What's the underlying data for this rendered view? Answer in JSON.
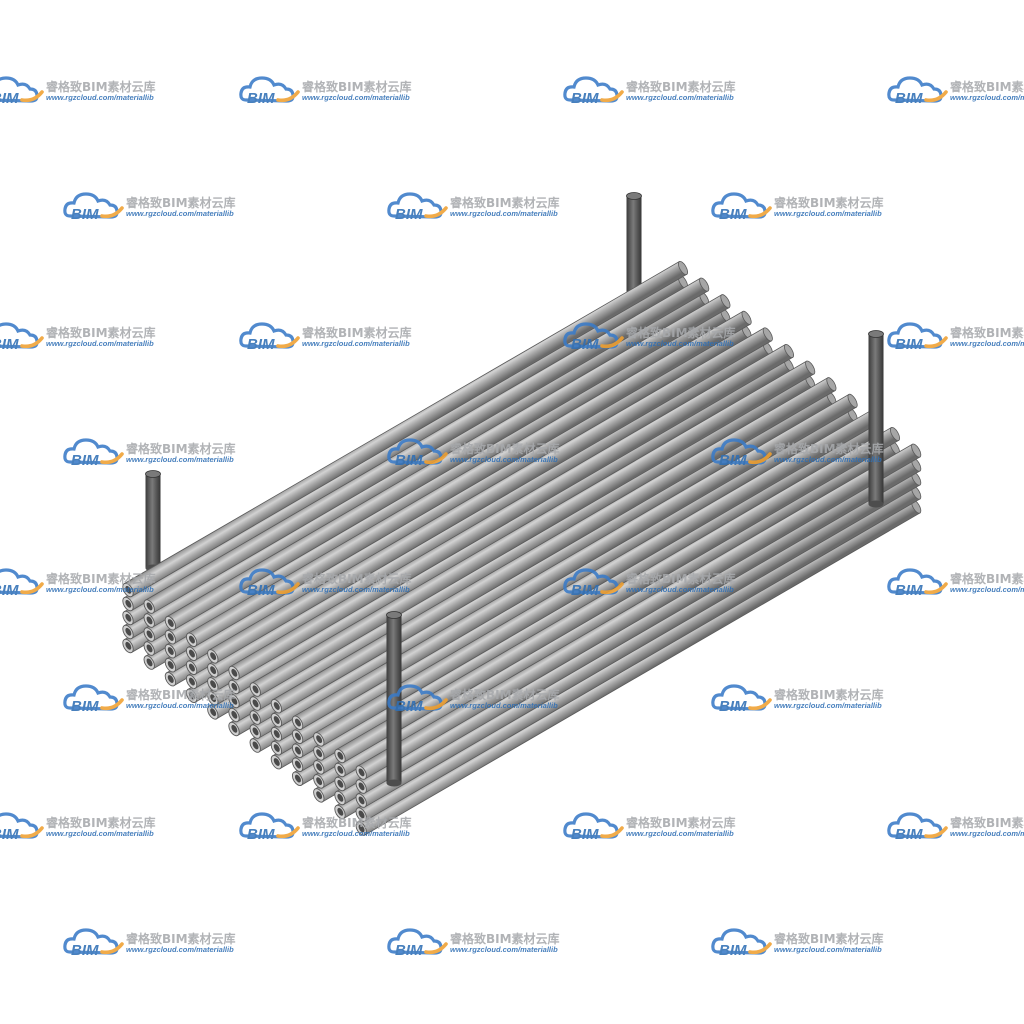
{
  "image": {
    "subject": "isometric pipe bundle",
    "background": "#ffffff"
  },
  "bundle": {
    "pipe_rows": 5,
    "pipe_columns": 12,
    "support_posts": 4,
    "colors": {
      "pipe_light": "#cfcfcf",
      "pipe_mid": "#a6a6a6",
      "pipe_dark": "#6e6e6e",
      "pipe_edge": "#5a5a5a",
      "bore": "#4a4a4a",
      "post": "#4d4d4d",
      "post_highlight": "#7a7a7a"
    }
  },
  "watermark": {
    "title": "睿格致BIM素材云库",
    "url": "www.rgzcloud.com/materiallib",
    "logo_text": "BIM",
    "logo_colors": {
      "cloud": "#3a7bc8",
      "swoosh": "#f0a030"
    },
    "icon": "cloud-logo-icon"
  }
}
